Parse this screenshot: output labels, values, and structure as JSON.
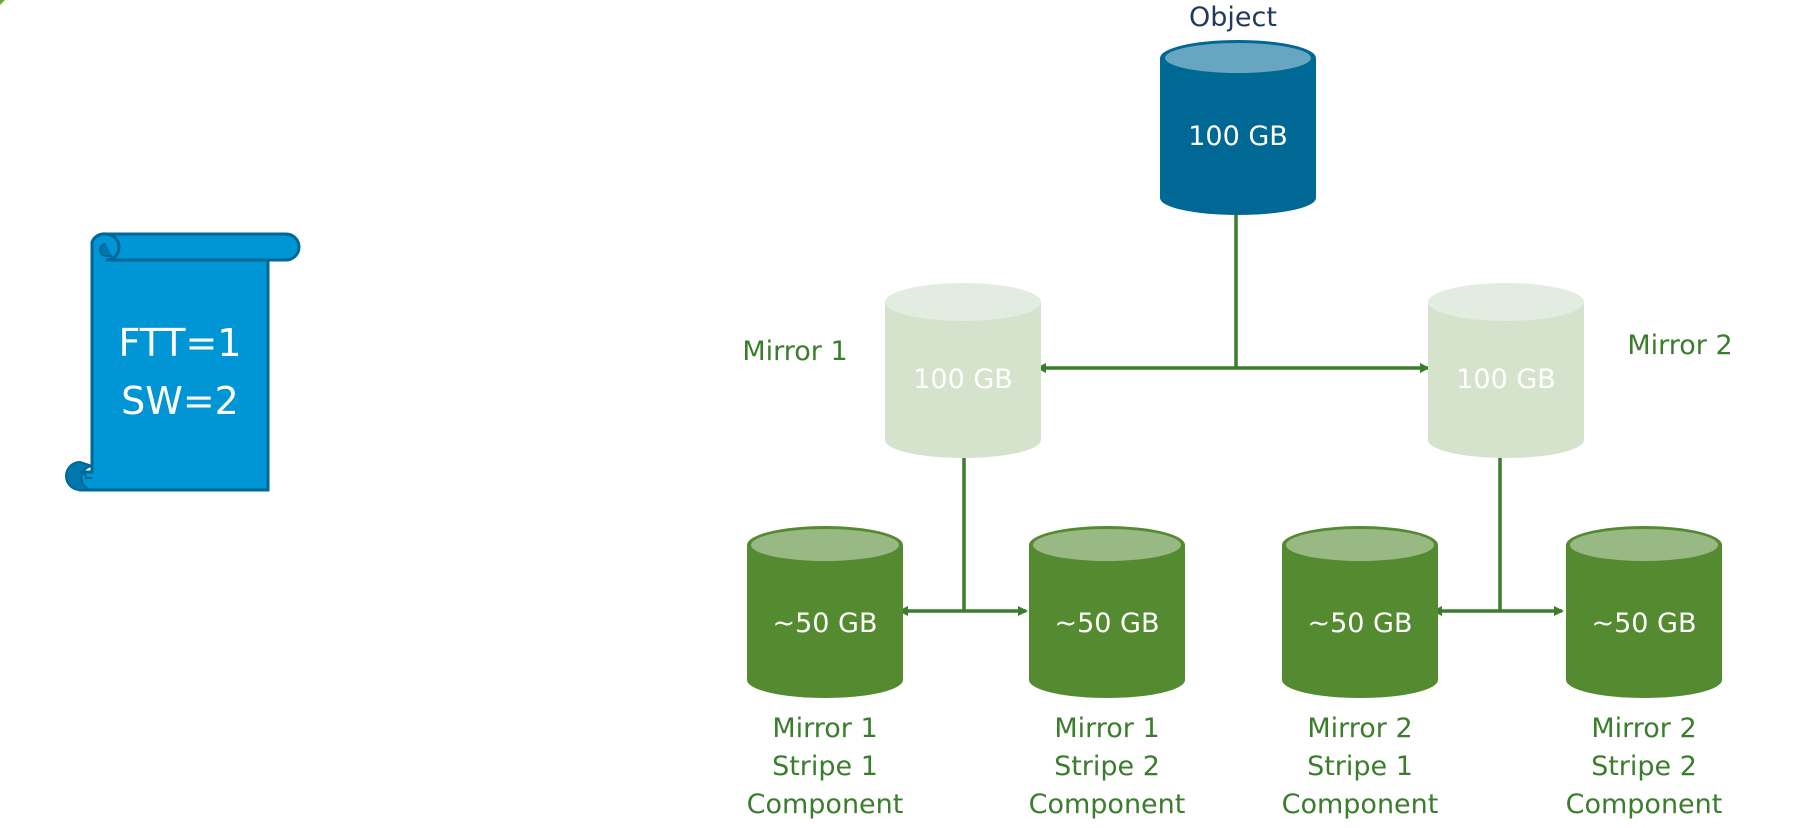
{
  "policy": {
    "lines": [
      "FTT=1",
      "SW=2"
    ],
    "color": "#0096d6"
  },
  "object": {
    "title": "Object",
    "size": "100 GB",
    "color": "#006894"
  },
  "mirrors": [
    {
      "label": "Mirror 1",
      "size": "100 GB"
    },
    {
      "label": "Mirror 2",
      "size": "100 GB"
    }
  ],
  "components": [
    {
      "size": "~50 GB",
      "label": [
        "Mirror 1",
        "Stripe 1",
        "Component"
      ]
    },
    {
      "size": "~50 GB",
      "label": [
        "Mirror 1",
        "Stripe 2",
        "Component"
      ]
    },
    {
      "size": "~50 GB",
      "label": [
        "Mirror 2",
        "Stripe 1",
        "Component"
      ]
    },
    {
      "size": "~50 GB",
      "label": [
        "Mirror 2",
        "Stripe 2",
        "Component"
      ]
    }
  ],
  "colors": {
    "green": "#548b30",
    "green_dark": "#3a7d2c",
    "mirror_fill": "#d5e3cc",
    "label_green": "#3a7d2c",
    "object_title": "#1f3a5a"
  }
}
